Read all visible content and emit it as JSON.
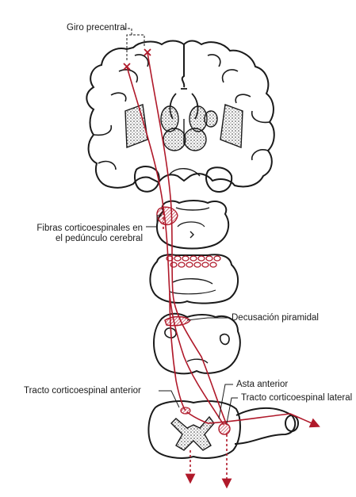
{
  "labels": {
    "precentral_gyrus": "Giro precentral",
    "peduncle_fibers": "Fibras corticoespinales en el pedúnculo cerebral",
    "decussation": "Decusación piramidal",
    "anterior_tract": "Tracto corticoespinal anterior",
    "anterior_horn": "Asta anterior",
    "lateral_tract": "Tracto corticoespinal lateral"
  },
  "colors": {
    "tract": "#b0192a",
    "outline": "#1a1a1a",
    "stipple": "#333333",
    "background": "#ffffff"
  }
}
